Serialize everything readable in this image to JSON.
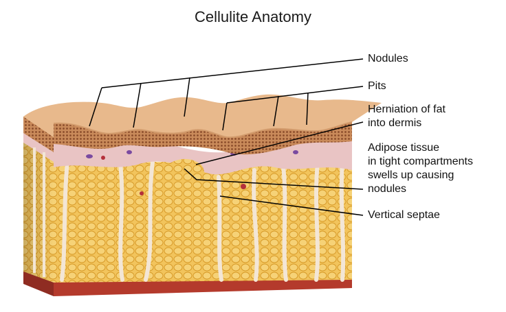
{
  "title": "Cellulite Anatomy",
  "labels": {
    "nodules": "Nodules",
    "pits": "Pits",
    "herniation": "Herniation of fat\ninto dermis",
    "adipose": "Adipose tissue\nin tight compartments\nswells up causing\nnodules",
    "septae": "Vertical septae"
  },
  "colors": {
    "epidermis": "#e8b98c",
    "dermis_dots": "#8a4b2a",
    "reticular_dermis": "#e9c4c4",
    "fat": "#f2c45c",
    "fat_cell_outline": "#d89b2a",
    "septae": "#f3e6d6",
    "muscle": "#b43a2c",
    "leader_line": "#000000"
  }
}
